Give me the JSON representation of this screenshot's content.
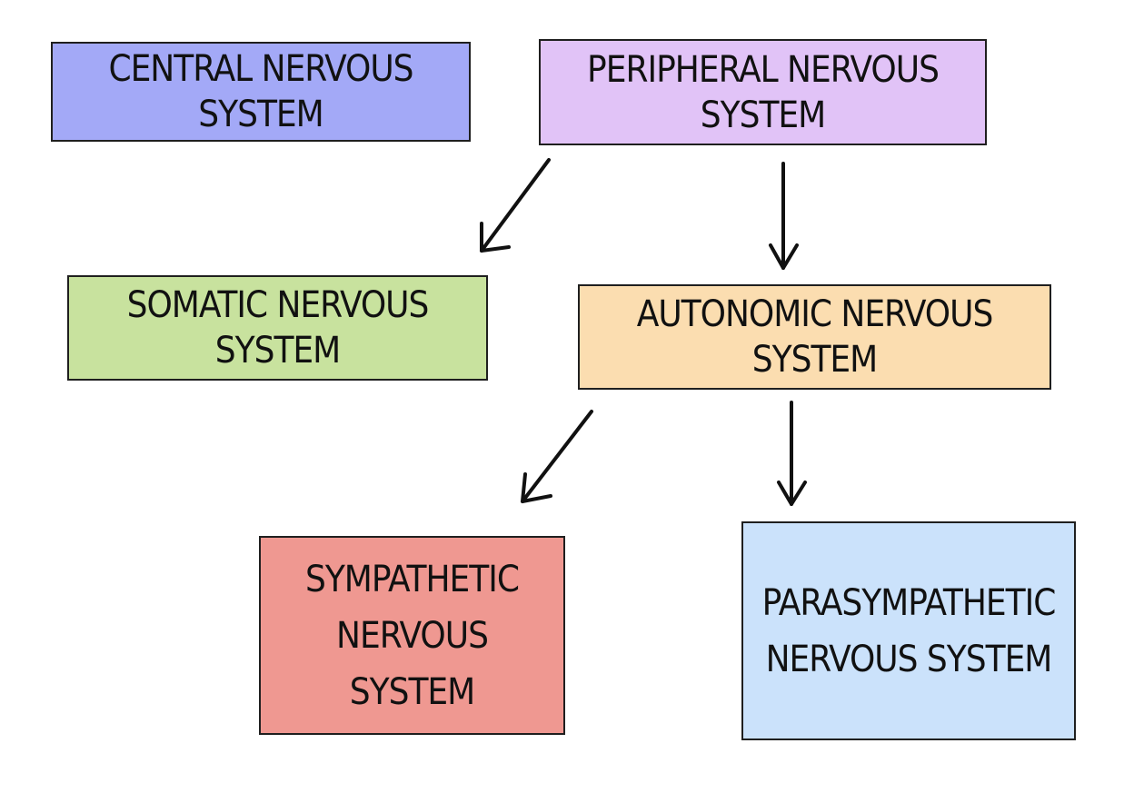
{
  "nodes": {
    "cns": {
      "label": "CENTRAL NERVOUS SYSTEM",
      "color": "#a3a9f7"
    },
    "pns": {
      "label": "PERIPHERAL NERVOUS SYSTEM",
      "color": "#e1c3f7"
    },
    "somatic": {
      "label": "SOMATIC NERVOUS SYSTEM",
      "color": "#c8e29e"
    },
    "ans": {
      "label": "AUTONOMIC NERVOUS SYSTEM",
      "color": "#fbddb0"
    },
    "sympathetic": {
      "line1": "SYMPATHETIC",
      "line2": "NERVOUS SYSTEM",
      "color": "#ef9891"
    },
    "parasympathetic": {
      "line1": "PARASYMPATHETIC",
      "line2": "NERVOUS SYSTEM",
      "color": "#cbe2fb"
    }
  },
  "edges": [
    {
      "from": "pns",
      "to": "somatic"
    },
    {
      "from": "pns",
      "to": "ans"
    },
    {
      "from": "ans",
      "to": "sympathetic"
    },
    {
      "from": "ans",
      "to": "parasympathetic"
    }
  ],
  "arrow_color": "#111111"
}
